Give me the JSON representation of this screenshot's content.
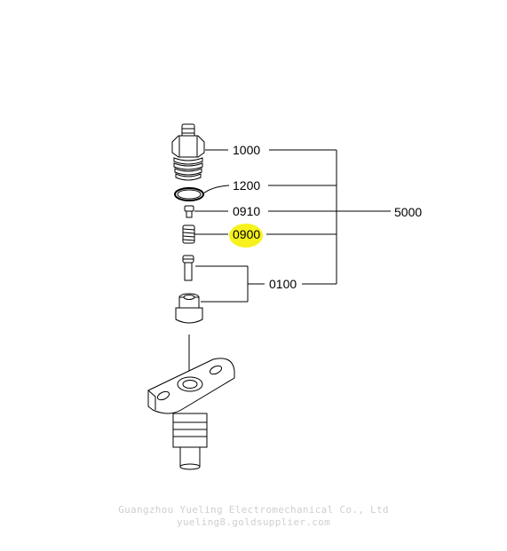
{
  "labels": {
    "p1000": "1000",
    "p1200": "1200",
    "p0910": "0910",
    "p0900": "0900",
    "p0100": "0100",
    "p5000": "5000"
  },
  "highlighted_part": "0900",
  "highlight_color": "#f7f21d",
  "watermark": {
    "line1": "Guangzhou Yueling Electromechanical Co., Ltd",
    "line2": "yueling8.goldsupplier.com"
  }
}
